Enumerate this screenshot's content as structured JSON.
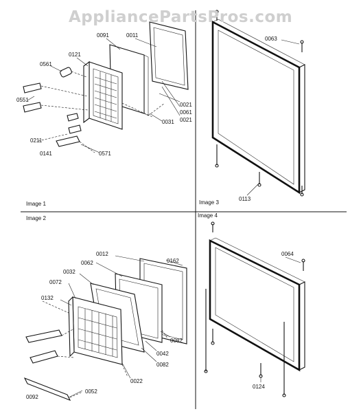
{
  "watermark": "AppliancePartsPros.com",
  "panels": {
    "image1": "Image 1",
    "image2": "Image 2",
    "image3": "Image 3",
    "image4": "Image 4"
  },
  "labels": {
    "p1": [
      "0091",
      "0011",
      "0121",
      "0561",
      "0551",
      "0211",
      "0141",
      "0571",
      "0031",
      "0021",
      "0061",
      "0021"
    ],
    "p3": [
      "0063",
      "0113"
    ],
    "p2": [
      "0012",
      "0162",
      "0062",
      "0032",
      "0072",
      "0132",
      "0082",
      "0042",
      "0082",
      "0022",
      "0092",
      "0052"
    ],
    "p4": [
      "0064",
      "0124"
    ]
  }
}
